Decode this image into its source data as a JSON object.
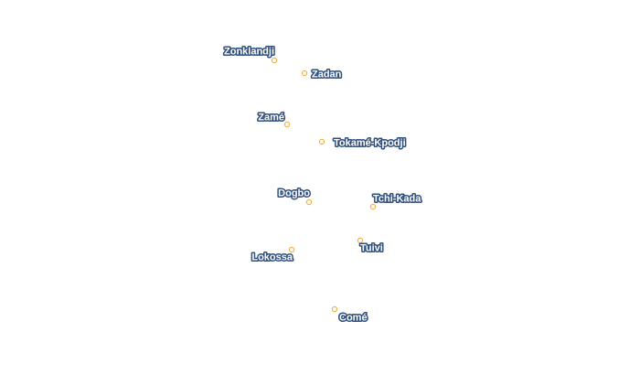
{
  "map": {
    "marker_color": "#f2b544",
    "label_fill": "#ffffff",
    "label_halo": "#2f4f7f",
    "places": [
      {
        "name": "Zonklandji"
      },
      {
        "name": "Zadan"
      },
      {
        "name": "Zamé"
      },
      {
        "name": "Tokamé-Kpodji"
      },
      {
        "name": "Dogbo"
      },
      {
        "name": "Tchi-Kada"
      },
      {
        "name": "Tuivi"
      },
      {
        "name": "Lokossa"
      },
      {
        "name": "Comé"
      }
    ]
  }
}
